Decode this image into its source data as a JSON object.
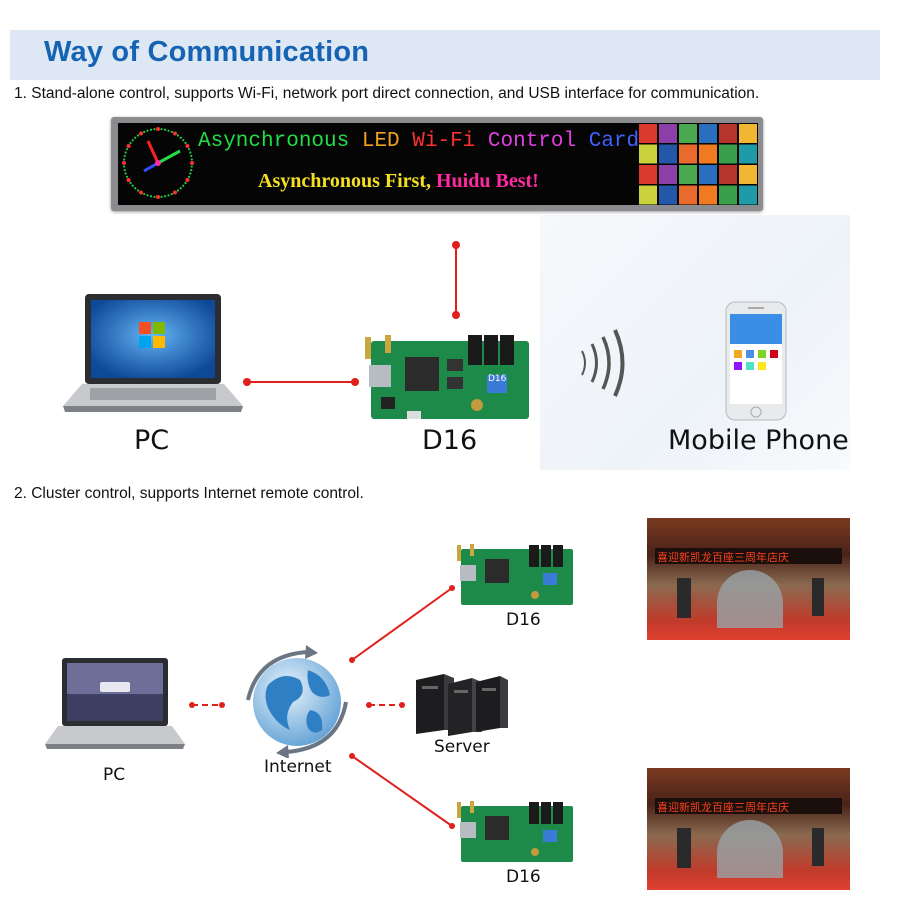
{
  "header": {
    "title": "Way of Communication"
  },
  "section1": {
    "text": "1. Stand-alone control, supports Wi-Fi, network port direct connection, and USB interface for communication."
  },
  "led_display": {
    "line1_words": [
      {
        "text": "Asynchronous",
        "color": "#22dd44"
      },
      {
        "text": "LED",
        "color": "#f0a020"
      },
      {
        "text": "Wi-Fi",
        "color": "#ff3030"
      },
      {
        "text": "Control",
        "color": "#e040e0"
      },
      {
        "text": "Card",
        "color": "#4060ff"
      }
    ],
    "line2_parts": [
      {
        "text": "Asynchronous First, ",
        "color": "#f5e020"
      },
      {
        "text": "Huidu Best!",
        "color": "#ff2aa0"
      }
    ]
  },
  "diagram1": {
    "pc_label": "PC",
    "controller_label": "D16",
    "phone_label": "Mobile Phone",
    "controller_badge": "D16"
  },
  "section2": {
    "text": "2. Cluster control, supports Internet remote control."
  },
  "diagram2": {
    "pc_label": "PC",
    "internet_label": "Internet",
    "server_label": "Server",
    "controller_top_label": "D16",
    "controller_bottom_label": "D16",
    "sign_text": "喜迎新凯龙百座三周年店庆"
  },
  "colors": {
    "accent": "#1663b4",
    "header_bg": "#dde8f4",
    "link_line": "#e0201a"
  }
}
